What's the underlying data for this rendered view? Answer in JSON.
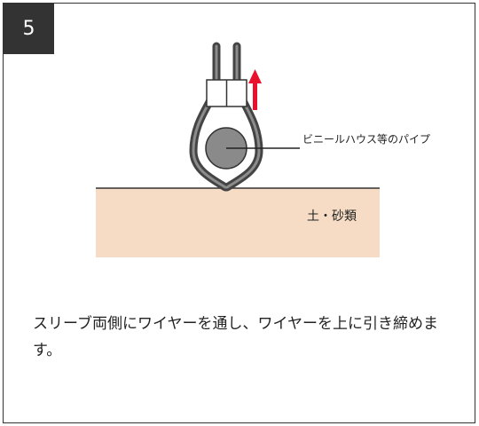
{
  "step": {
    "number": "5"
  },
  "diagram": {
    "pipe_label": "ビニールハウス等のパイプ",
    "soil_label": "土・砂類"
  },
  "instruction": {
    "text": "スリーブ両側にワイヤーを通し、ワイヤーを上に引き締めます。"
  },
  "colors": {
    "badge": "#333333",
    "soil": "#f7dcc5",
    "wire": "#555555",
    "pipe": "#8a8a8a",
    "arrow": "#e8102a"
  },
  "icons": {
    "arrow": "up-arrow-icon"
  }
}
